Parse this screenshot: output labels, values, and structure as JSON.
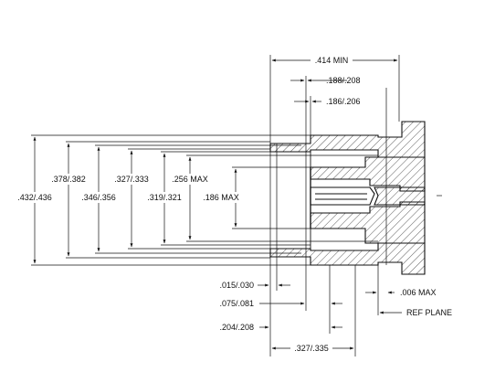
{
  "dimensions": {
    "overall_length_min": ".414 MIN",
    "outer_step_length": ".188/.208",
    "inner_step_length": ".186/.206",
    "dia_432_436": ".432/.436",
    "dia_378_382": ".378/.382",
    "dia_346_356": ".346/.356",
    "dia_327_333": ".327/.333",
    "dia_319_321": ".319/.321",
    "dia_256_max": ".256 MAX",
    "dia_186_max": ".186 MAX",
    "gap_015_030": ".015/.030",
    "len_075_081": ".075/.081",
    "len_204_208": ".204/.208",
    "len_327_335": ".327/.335",
    "gap_006_max": ".006 MAX",
    "ref_plane": "REF PLANE"
  }
}
